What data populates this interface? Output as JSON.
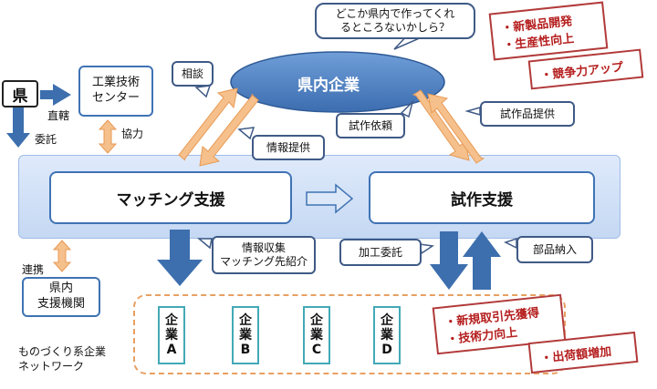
{
  "ken": "県",
  "center": [
    "工業技術",
    "センター"
  ],
  "prefecture_companies": "県内企業",
  "matching": "マッチング支援",
  "prototype": "試作支援",
  "partner_org": [
    "県内",
    "支援機関"
  ],
  "network": [
    "ものづくり系企業",
    "ネットワーク"
  ],
  "thought_bubble": [
    "どこか県内で作ってくれ",
    "るところないかしら？"
  ],
  "labels": {
    "chokkatsu": "直轄",
    "itaku": "委託",
    "kyoryoku": "協力",
    "renkei": "連携"
  },
  "callouts": {
    "sodan": "相談",
    "joho_teikyo": "情報提供",
    "shisaku_irai": "試作依頼",
    "shisakuhin_teikyo": "試作品提供",
    "joho_shushu": [
      "情報収集",
      "マッチング先紹介"
    ],
    "kako_itaku": "加工委託",
    "buhin_nonyu": "部品納入"
  },
  "companies": [
    {
      "chars": [
        "企",
        "業",
        "A"
      ]
    },
    {
      "chars": [
        "企",
        "業",
        "B"
      ]
    },
    {
      "chars": [
        "企",
        "業",
        "C"
      ]
    },
    {
      "chars": [
        "企",
        "業",
        "D"
      ]
    }
  ],
  "ribbons_top": {
    "line1": "・新製品開発",
    "line2": "・生産性向上",
    "line3": "・競争力アップ"
  },
  "ribbons_bottom": {
    "line1": "・新規取引先獲得",
    "line2": "・技術力向上",
    "line3": "・出荷額増加"
  },
  "colors": {
    "blue_dark": "#3f73b4",
    "arrow_blue": "#3d6fae",
    "orange": "#f5c08b",
    "red": "#b51e1e",
    "teal": "#43a9b7"
  }
}
